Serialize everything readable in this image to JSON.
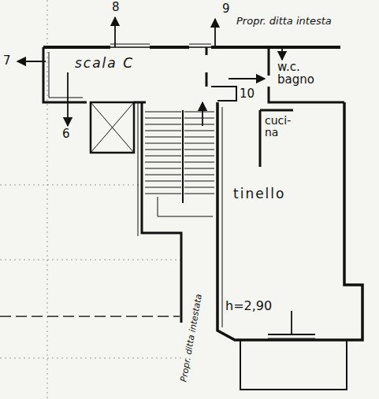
{
  "diagram": {
    "nodes": [
      {
        "text": [
          "scala C"
        ]
      },
      {
        "text": [
          "w.c. bagno"
        ]
      },
      {
        "text": [
          "cuci- na"
        ]
      },
      {
        "text": [
          "tinello"
        ]
      }
    ],
    "labels": [
      "Propr. ditta intesta",
      "8",
      "9",
      "7",
      "6",
      "10",
      "h=2,90",
      "Propr. ditta intestata"
    ]
  }
}
